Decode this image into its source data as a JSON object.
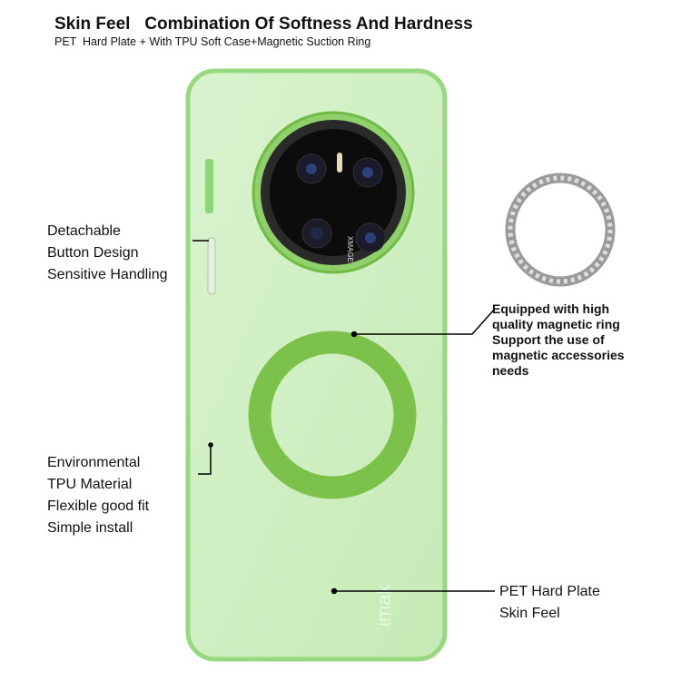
{
  "header": {
    "title": "Skin Feel   Combination Of Softness And Hardness",
    "subtitle": "PET  Hard Plate + With TPU Soft Case+Magnetic Suction Ring"
  },
  "callouts": {
    "button": [
      "Detachable",
      "Button Design",
      "Sensitive Handling"
    ],
    "magnetic": [
      "Equipped with high",
      "quality magnetic ring",
      "Support the use of",
      "magnetic accessories",
      "needs"
    ],
    "tpu": [
      "Environmental",
      "TPU Material",
      "Flexible good fit",
      "Simple install"
    ],
    "pet": [
      "PET Hard Plate",
      "Skin Feel"
    ]
  },
  "product": {
    "brand_logo": "imak",
    "camera_text": "XMAGE"
  },
  "colors": {
    "case": "#cdeec0",
    "edge": "#96d97f",
    "ring": "#7cc24a"
  }
}
